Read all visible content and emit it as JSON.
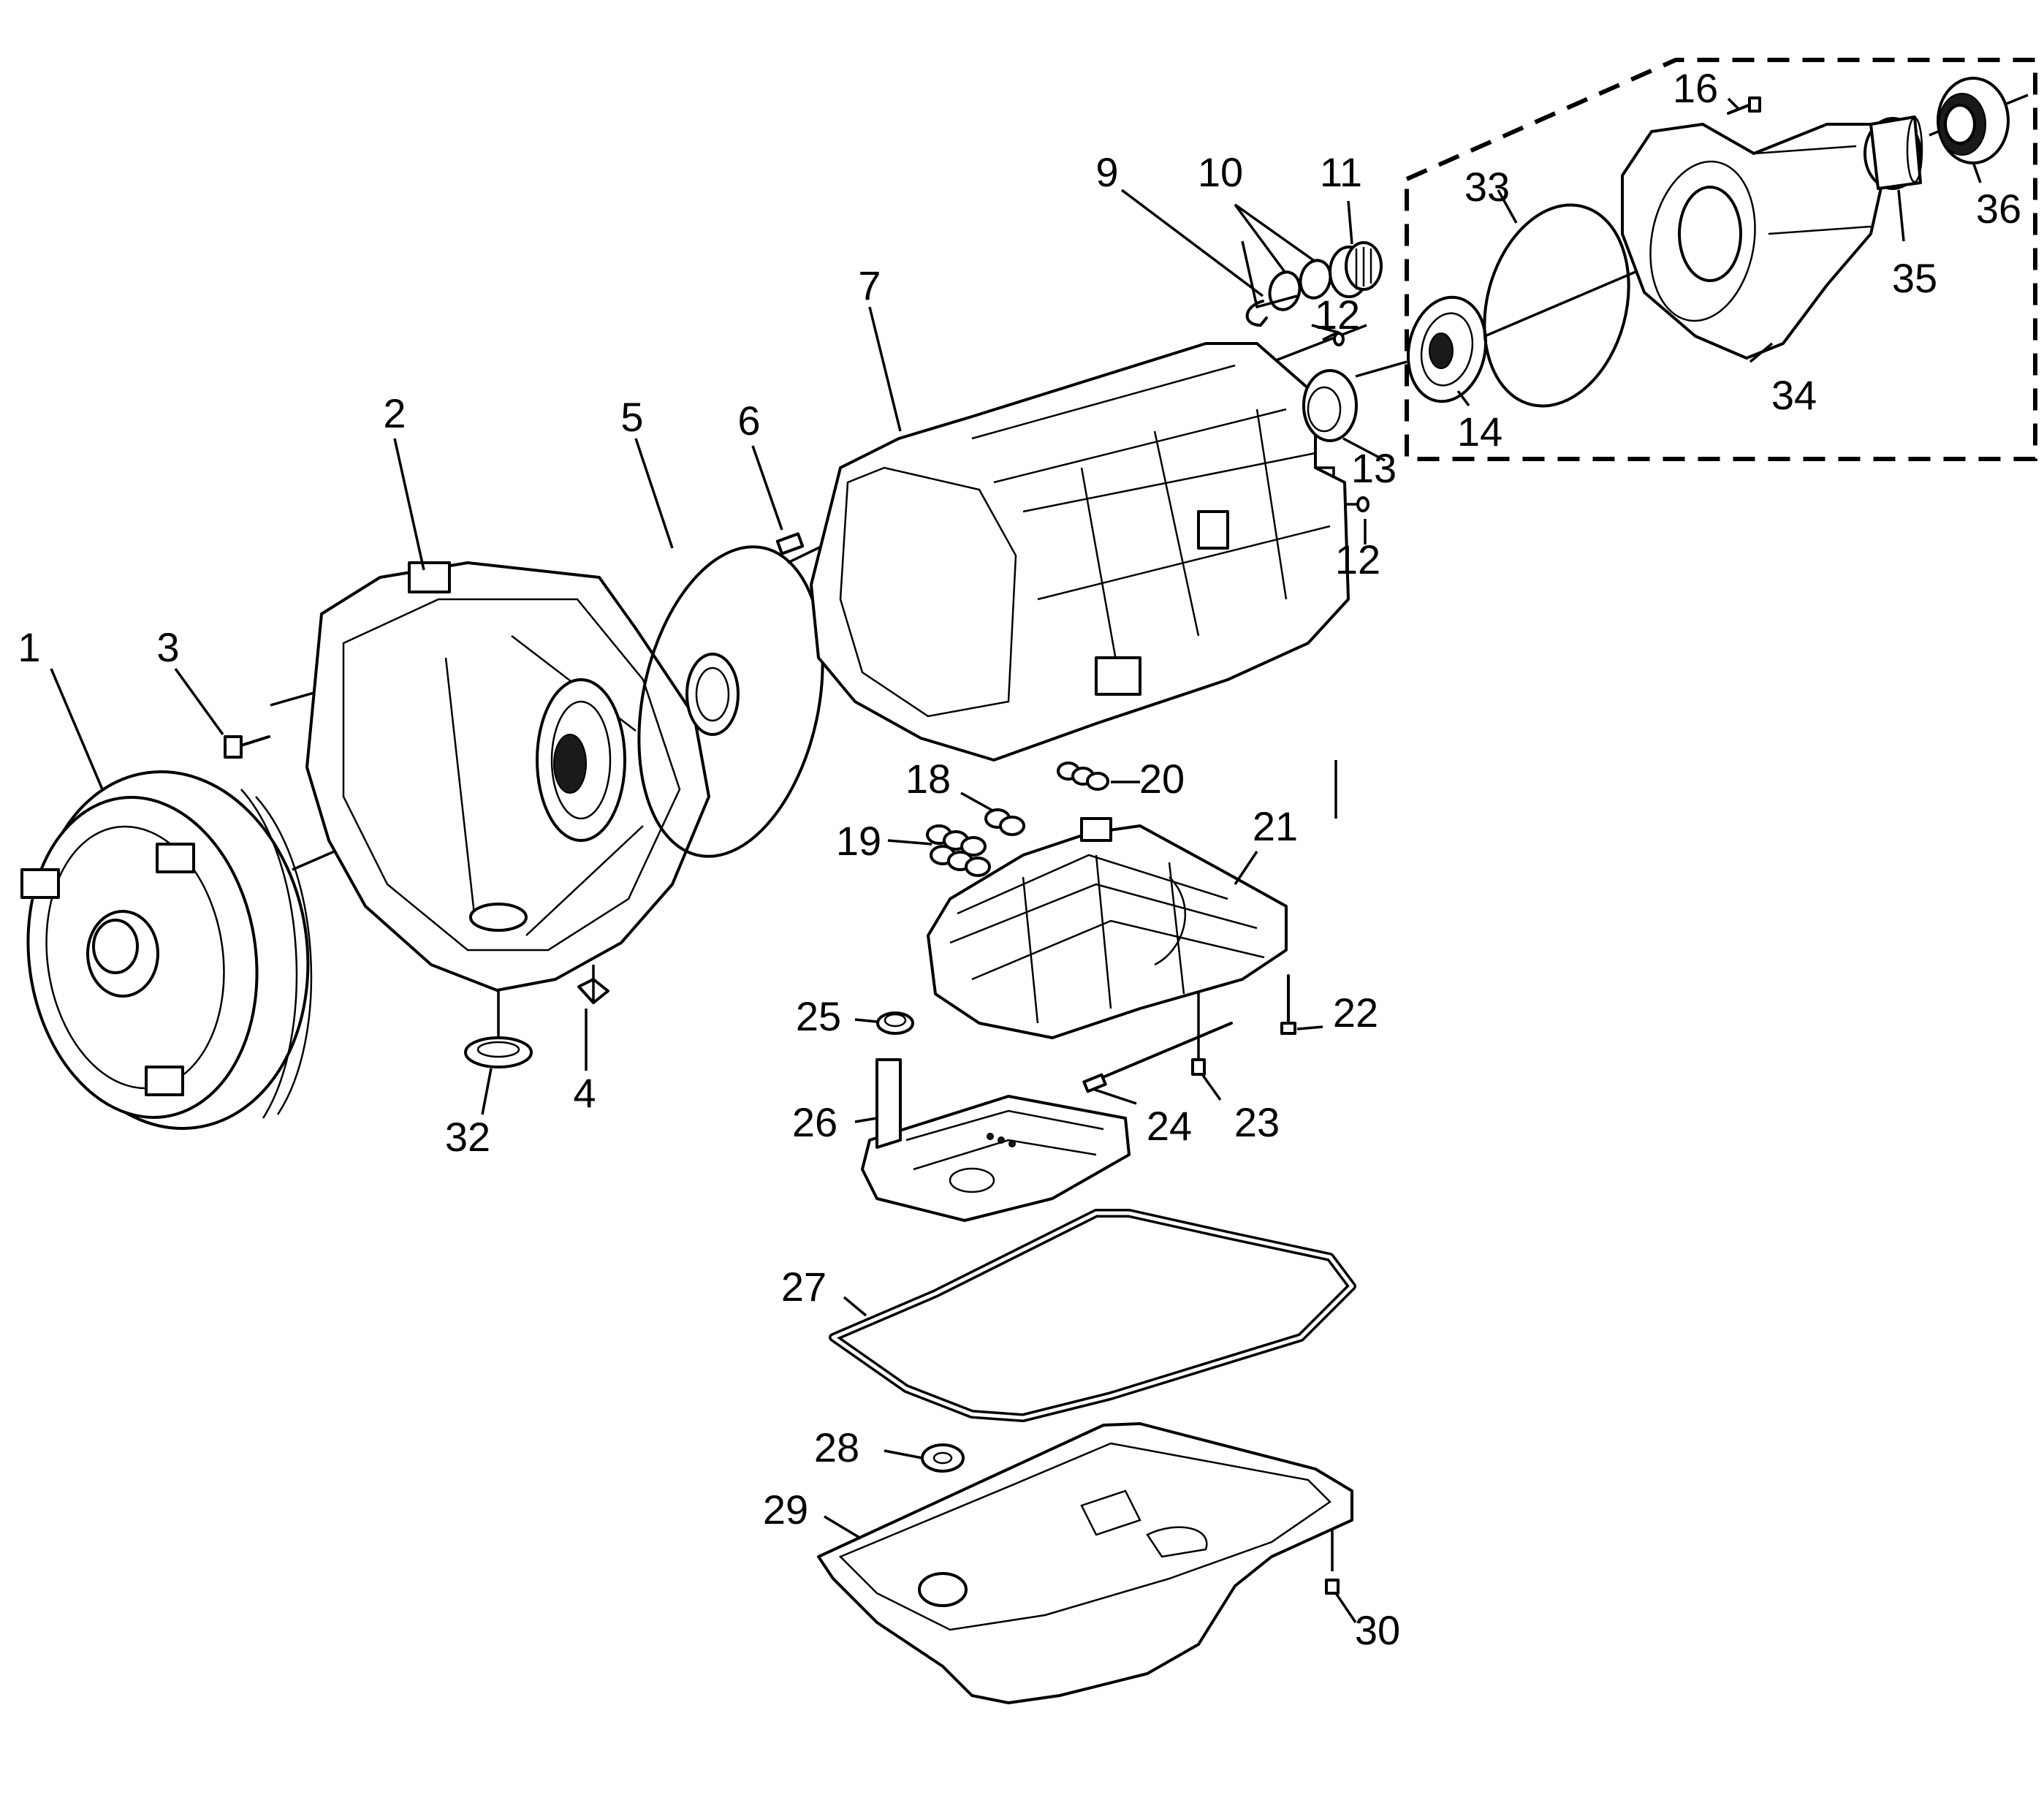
{
  "diagram": {
    "callouts": [
      "1",
      "2",
      "3",
      "4",
      "5",
      "6",
      "7",
      "9",
      "10",
      "11",
      "12",
      "12",
      "13",
      "14",
      "16",
      "18",
      "19",
      "20",
      "21",
      "22",
      "23",
      "24",
      "25",
      "26",
      "27",
      "28",
      "29",
      "30",
      "32",
      "33",
      "34",
      "35",
      "36"
    ]
  }
}
